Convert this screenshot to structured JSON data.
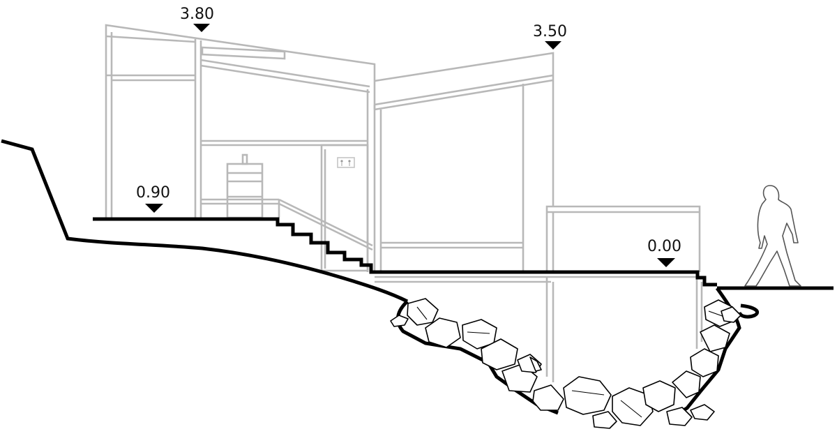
{
  "levels": {
    "roof_high": "3.80",
    "roof_low": "3.50",
    "upper_floor": "0.90",
    "ground_floor": "0.00"
  },
  "colors": {
    "structure": "#b8b8b8",
    "ground_line": "#000000",
    "background": "#ffffff"
  },
  "icons": {
    "level_marker": "level-marker-icon",
    "person": "person-walking-icon",
    "sign": "restroom-sign-icon"
  }
}
